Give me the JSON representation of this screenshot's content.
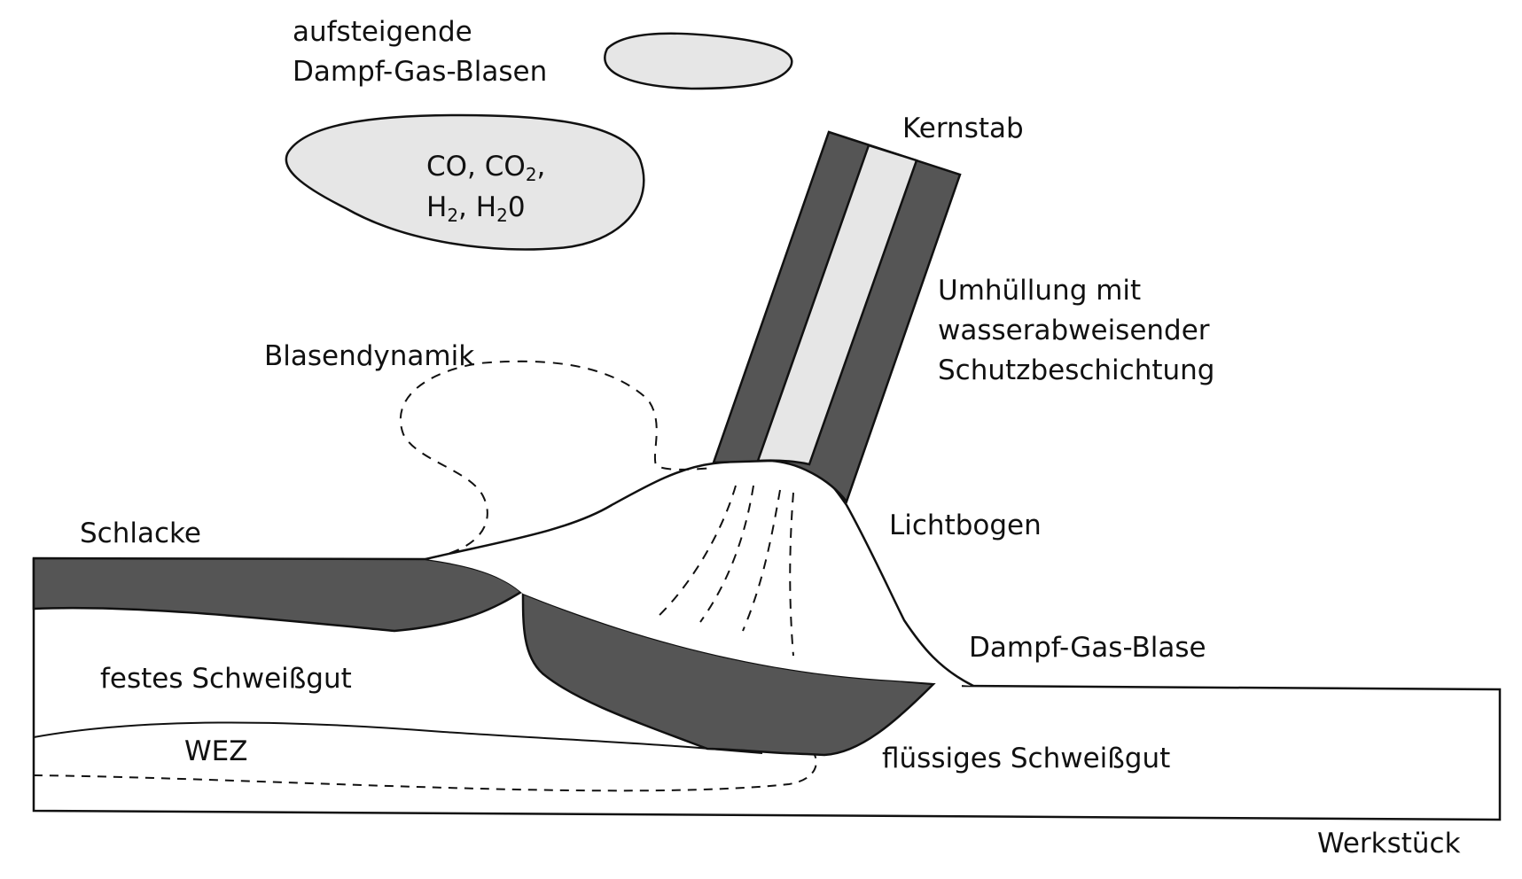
{
  "labels": {
    "aufsteigend_line1": "aufsteigende",
    "aufsteigend_line2": "Dampf-Gas-Blasen",
    "kernstab": "Kernstab",
    "umhuellung_line1": "Umhüllung mit",
    "umhuellung_line2": "wasserabweisender",
    "umhuellung_line3": "Schutzbeschichtung",
    "blasendynamik": "Blasendynamik",
    "schlacke": "Schlacke",
    "lichtbogen": "Lichtbogen",
    "dampf_gas_blase": "Dampf-Gas-Blase",
    "festes_schweissgut": "festes Schweißgut",
    "wez": "WEZ",
    "fluessiges_schweissgut": "flüssiges Schweißgut",
    "werkstueck": "Werkstück"
  },
  "gases": {
    "line1": {
      "a": "CO, CO",
      "sub": "2",
      "b": ","
    },
    "line2": {
      "a": "H",
      "sub1": "2",
      "b": ", H",
      "sub2": "2",
      "c": "0"
    }
  },
  "colors": {
    "dark": "#555555",
    "light": "#e6e6e6",
    "stroke": "#111111"
  }
}
